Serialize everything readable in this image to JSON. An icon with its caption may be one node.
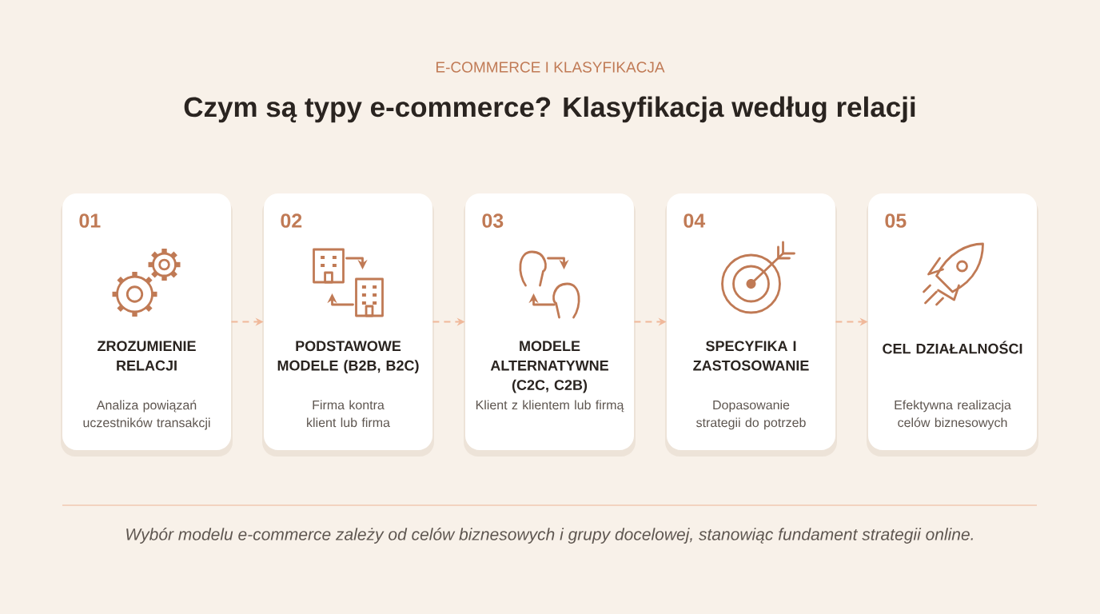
{
  "diagram": {
    "title": "Czym są typy e-commerce? Klasyfikacja według relacji",
    "caption": "Wybór modelu e-commerce zależy od celów biznesowych i grupy docelowej, stanowiąc fundament strategii online.",
    "labels": [
      "E-COMMERCE I KLASYFIKACJA"
    ],
    "nodes": [
      {
        "text": [
          "01",
          "ZROZUMIENIE RELACJI",
          "Analiza powiązań uczestników transakcji"
        ]
      },
      {
        "text": [
          "02",
          "PODSTAWOWE MODELE (B2B, B2C)",
          "Firma kontra klient lub firma"
        ]
      },
      {
        "text": [
          "03",
          "MODELE ALTERNATYWNE (C2C, C2B)",
          "Klient z klientem lub firmą"
        ]
      },
      {
        "text": [
          "04",
          "SPECYFIKA I ZASTOSOWANIE",
          "Dopasowanie strategii do potrzeb"
        ]
      },
      {
        "text": [
          "05",
          "CEL DZIAŁALNOŚCI",
          "Efektywna realizacja celów biznesowych"
        ]
      }
    ],
    "edges": [
      {
        "from": 0,
        "to": 1,
        "arrow": "to",
        "style": "dashed"
      },
      {
        "from": 1,
        "to": 2,
        "arrow": "to",
        "style": "dashed"
      },
      {
        "from": 2,
        "to": 3,
        "arrow": "to",
        "style": "dashed"
      },
      {
        "from": 3,
        "to": 4,
        "arrow": "to",
        "style": "dashed"
      }
    ]
  }
}
